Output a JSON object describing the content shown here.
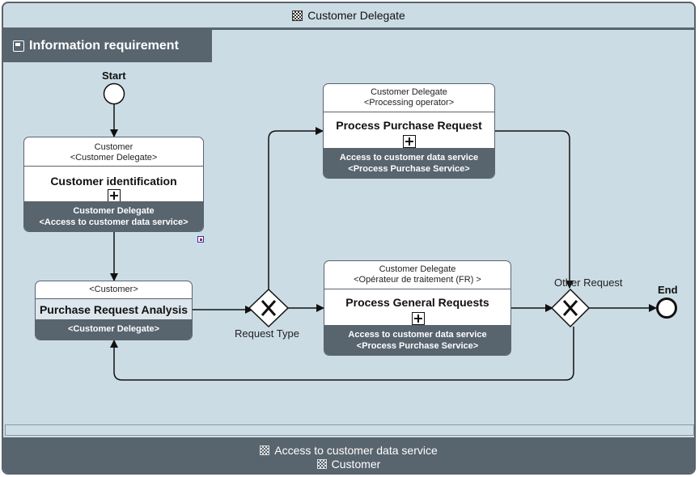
{
  "pool": {
    "title": "Customer Delegate",
    "title_icon": "checker-icon"
  },
  "lane": {
    "title": "Information requirement"
  },
  "footer": {
    "line1": "Access to customer data service",
    "line2": "Customer"
  },
  "events": {
    "start": "Start",
    "end": "End"
  },
  "gateways": {
    "request_type": "Request Type",
    "other_request": "Other Request"
  },
  "tasks": {
    "customer_identification": {
      "role": "Customer",
      "role_sub": "<Customer Delegate>",
      "title": "Customer identification",
      "footer1": "Customer Delegate",
      "footer2": "<Access to customer data service>"
    },
    "purchase_request_analysis": {
      "role": "<Customer>",
      "title": "Purchase Request Analysis",
      "footer1": "<Customer Delegate>"
    },
    "process_purchase_request": {
      "role": "Customer Delegate",
      "role_sub": "<Processing operator>",
      "title": "Process Purchase Request",
      "footer1": "Access to customer data service",
      "footer2": "<Process Purchase Service>"
    },
    "process_general_requests": {
      "role": "Customer Delegate",
      "role_sub": "<Opérateur de traitement (FR) >",
      "title": "Process General Requests",
      "footer1": "Access to customer data service",
      "footer2": "<Process Purchase Service>"
    }
  },
  "colors": {
    "canvas": "#ccdce4",
    "header": "#58646e",
    "node_fill": "#ffffff",
    "line": "#111111"
  }
}
